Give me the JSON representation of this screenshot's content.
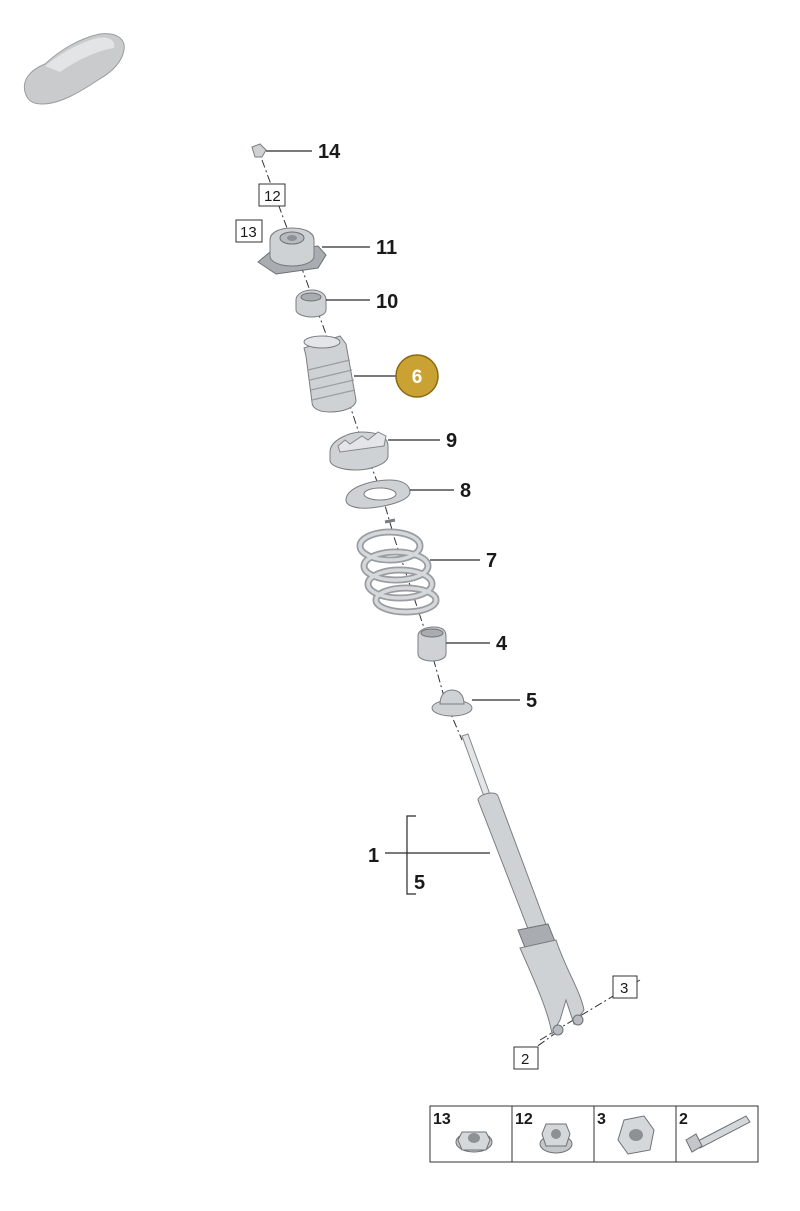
{
  "callouts": {
    "c14": "14",
    "c11": "11",
    "c10": "10",
    "c6": "6",
    "c9": "9",
    "c8": "8",
    "c7": "7",
    "c4": "4",
    "c5a": "5",
    "c1": "1",
    "c5b": "5"
  },
  "boxed_labels": {
    "b12": "12",
    "b13": "13",
    "b3": "3",
    "b2": "2"
  },
  "legend": {
    "cells": [
      "13",
      "12",
      "3",
      "2"
    ]
  },
  "colors": {
    "highlight": "#c9a233",
    "highlight_border": "#8a6a12"
  }
}
